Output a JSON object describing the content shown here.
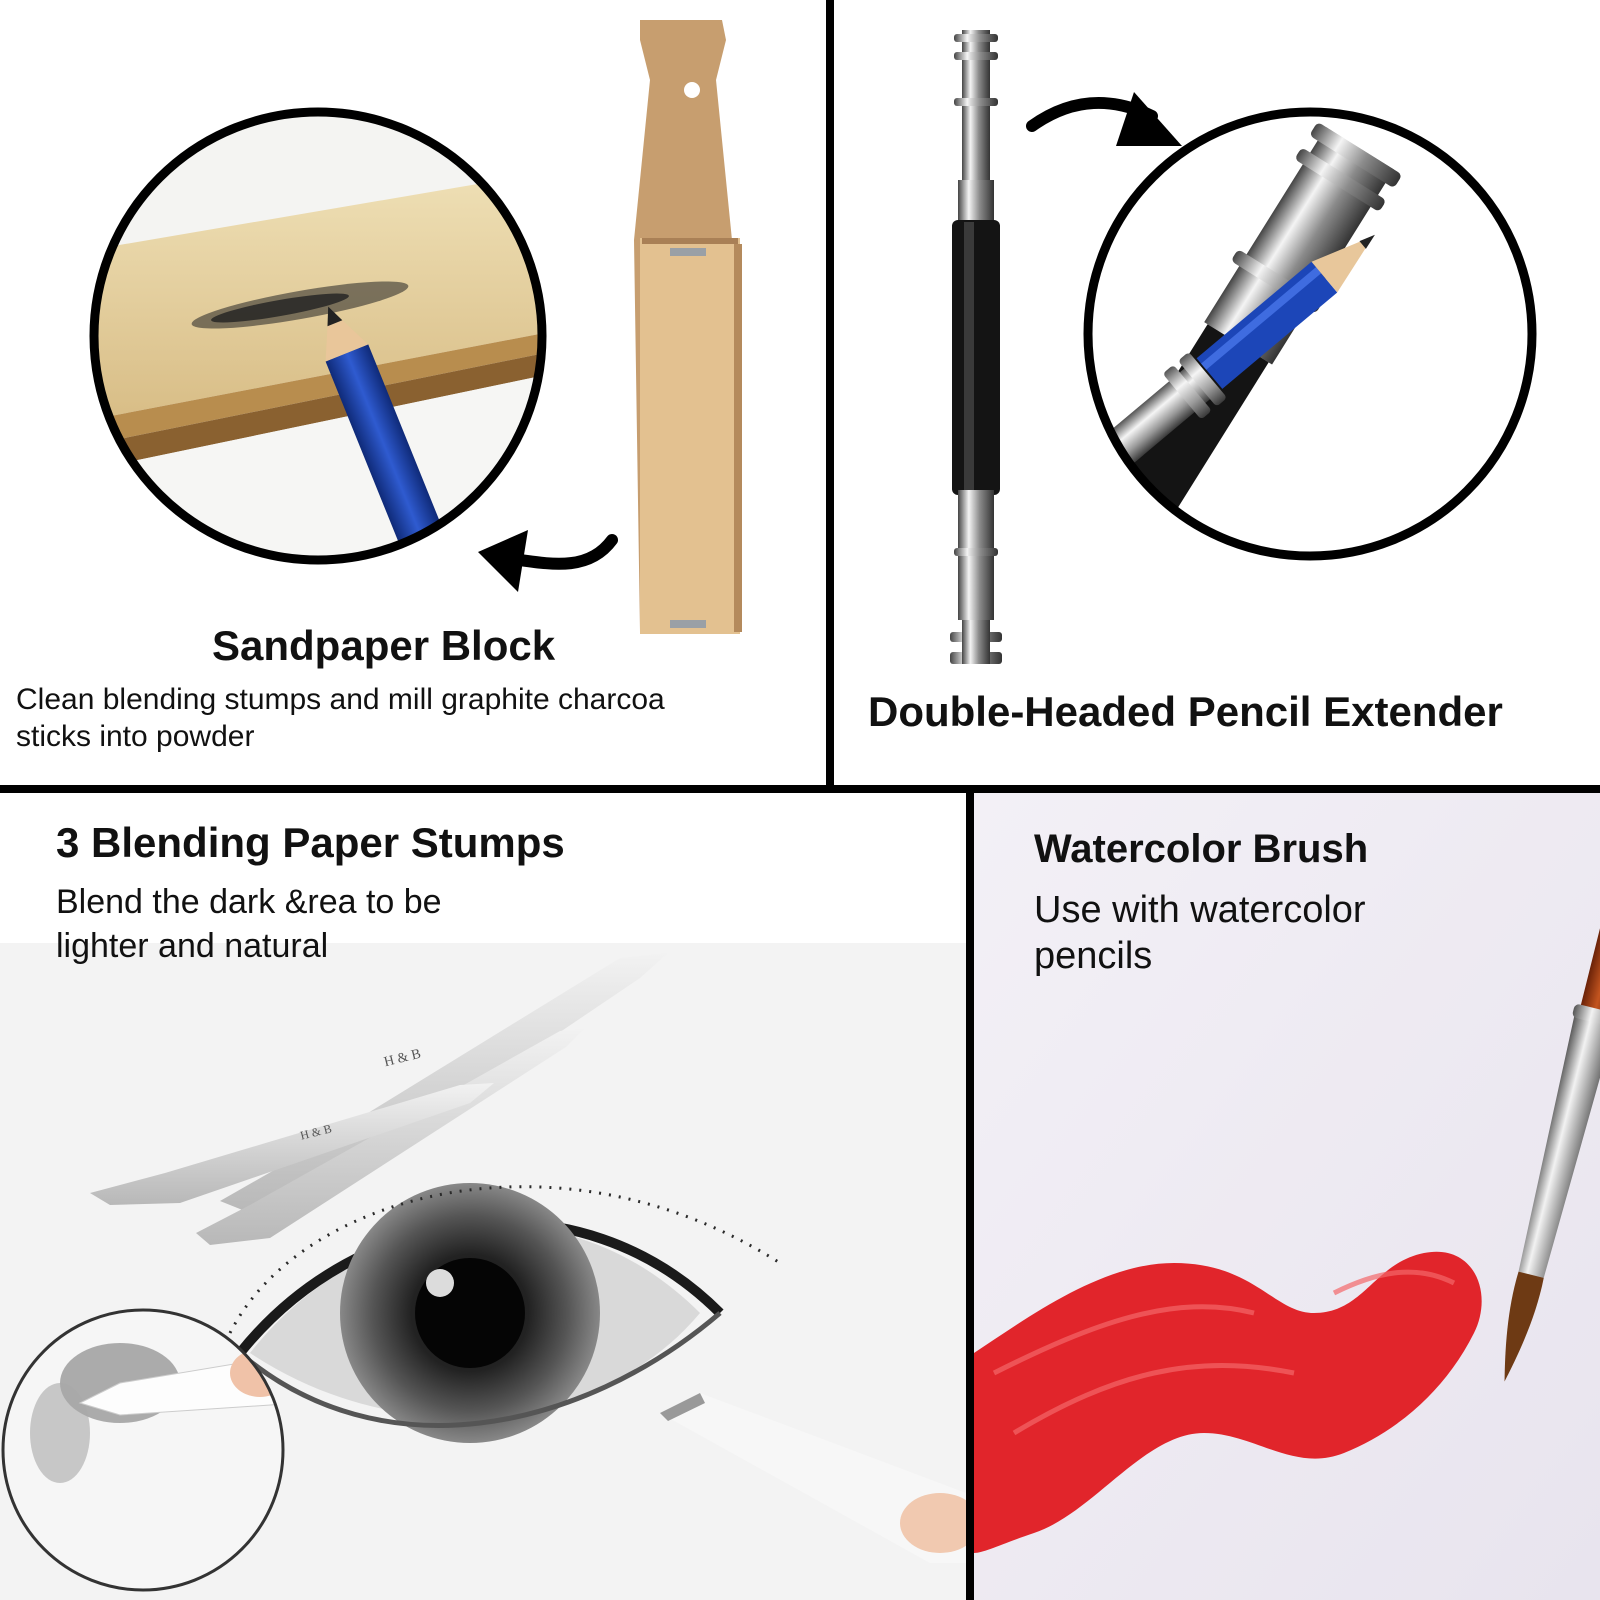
{
  "panels": {
    "sandpaper": {
      "title": "Sandpaper Block",
      "desc_line1": "Clean blending stumps and mill graphite charcoa",
      "desc_line2": "sticks into powder"
    },
    "extender": {
      "title": "Double-Headed Pencil Extender"
    },
    "stumps": {
      "title": "3 Blending Paper Stumps",
      "desc_line1": "Blend the dark &rea to be",
      "desc_line2": "lighter and natural",
      "stump_mark": "H & B"
    },
    "brush": {
      "title": "Watercolor Brush",
      "desc_line1": "Use with watercolor",
      "desc_line2": "pencils"
    }
  },
  "colors": {
    "divider": "#000000",
    "kraft": "#c9a277",
    "sand": "#e8cf9c",
    "pencil_blue": "#1d3f9c",
    "paint_red": "#e0262c",
    "brush_handle": "#9c3b12"
  }
}
